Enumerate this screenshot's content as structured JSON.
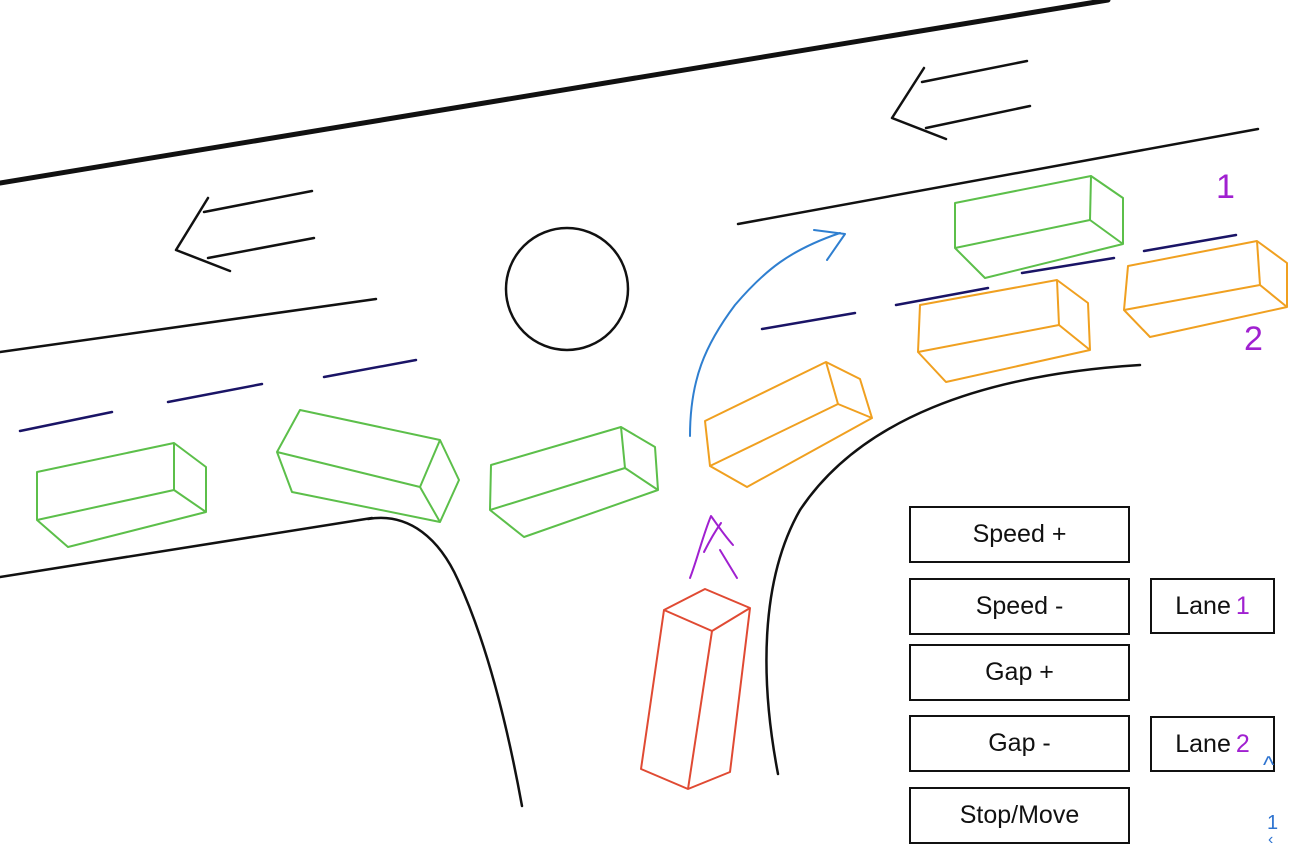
{
  "controls": {
    "speed_up": "Speed +",
    "speed_down": "Speed -",
    "gap_up": "Gap +",
    "gap_down": "Gap -",
    "stop_move": "Stop/Move",
    "lane_1": {
      "prefix": "Lane",
      "number": "1"
    },
    "lane_2": {
      "prefix": "Lane",
      "number": "2"
    }
  },
  "lane_labels": {
    "top": "1",
    "bottom": "2"
  },
  "pager": {
    "up_glyph": "^",
    "page": "1",
    "down_glyph": "‹"
  },
  "colors": {
    "road": "#111111",
    "lane_marking": "#1a1466",
    "ego_car": "#e04a33",
    "platoon_car": "#5cbf4a",
    "merging_car": "#f0a020",
    "trajectory": "#2f7fd0",
    "label": "#a020d0"
  },
  "icons": [
    "traffic-direction-arrow-icon",
    "roundabout-circle-icon",
    "trajectory-arrow-icon",
    "forward-chevron-icon"
  ]
}
